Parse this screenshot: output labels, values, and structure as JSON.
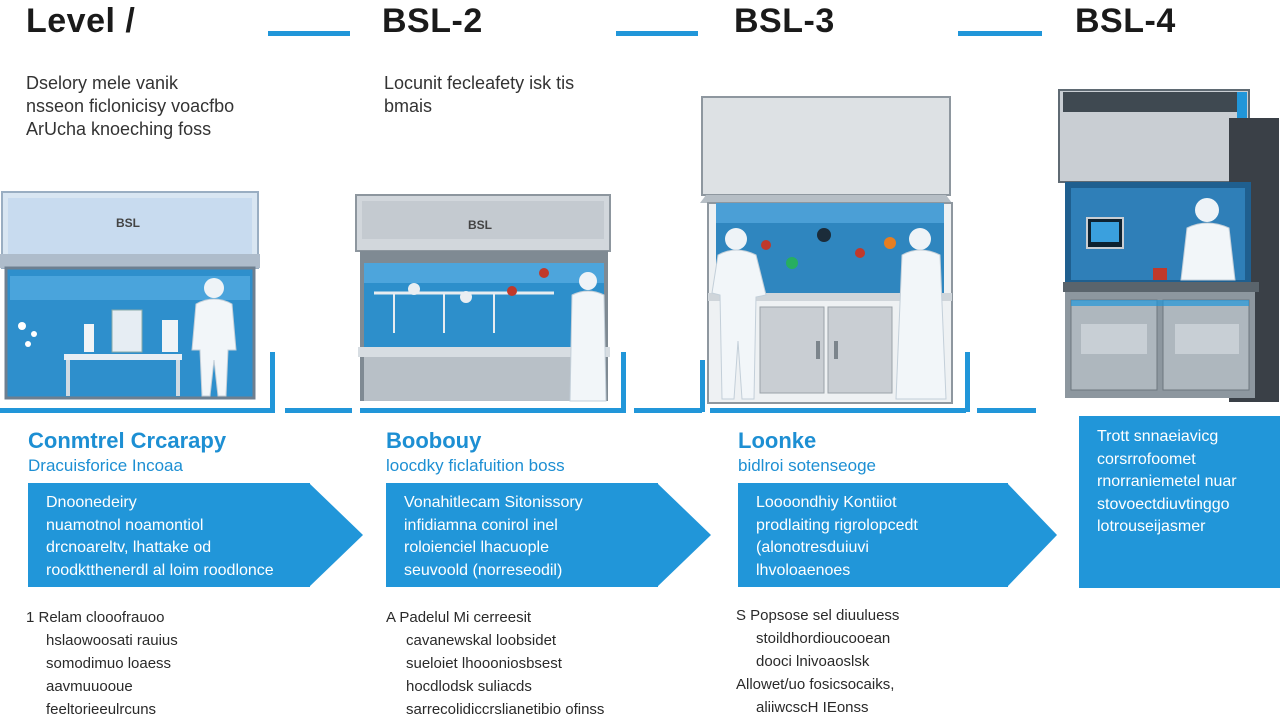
{
  "levels": [
    {
      "title": "Level /",
      "description": [
        "Dselory mele vanik",
        "nsseon ficlonicisy voacfbo",
        "ArUcha knoeching foss"
      ],
      "section_head": "Conmtrel Crcarapy",
      "section_sub": "Dracuisforice Incoaa",
      "arrow_lines": [
        "Dnoonedeiry",
        "nuamotnol noamontiol",
        "drcnoareltv, lhattake od",
        "roodktthenerdl al loim roodlonce"
      ],
      "list": [
        {
          "indent": 1,
          "text": "1 Relam clooofrauoo"
        },
        {
          "indent": 2,
          "text": "hslaowoosati rauius"
        },
        {
          "indent": 2,
          "text": "somodimuo loaess"
        },
        {
          "indent": 2,
          "text": "aavmuuooue"
        },
        {
          "indent": 2,
          "text": "feeltorieeulrcuns"
        }
      ],
      "cabinet_label": "BSL"
    },
    {
      "title": "BSL-2",
      "description": [
        "Locunit fecleafety isk tis",
        "bmais"
      ],
      "section_head": "Boobouy",
      "section_sub": "loocdky ficlafuition boss",
      "arrow_lines": [
        "Vonahitlecam Sitonissory",
        "infidiamna conirol inel",
        "roloienciel lhacuople",
        "seuvoold (norreseodil)"
      ],
      "list": [
        {
          "indent": 1,
          "text": "A Padelul Mi cerreesit"
        },
        {
          "indent": 2,
          "text": "cavanewskal loobsidet"
        },
        {
          "indent": 2,
          "text": "sueloiet lhoooniosbsest"
        },
        {
          "indent": 2,
          "text": "hocdlodsk suliacds"
        },
        {
          "indent": 2,
          "text": "sarrecolidiccrslianetibio ofinss"
        }
      ],
      "cabinet_label": "BSL"
    },
    {
      "title": "BSL-3",
      "description": [],
      "section_head": "Loonke",
      "section_sub": "bidlroi sotenseoge",
      "arrow_lines": [
        "Loooondhiy Kontiiot",
        "prodlaiting rigrolopcedt",
        "(alonotresduiuvi",
        "lhvoloaenoes"
      ],
      "list": [
        {
          "indent": 1,
          "text": "S Popsose sel diuuluess"
        },
        {
          "indent": 2,
          "text": "stoildhordioucooean"
        },
        {
          "indent": 2,
          "text": "dooci lnivoaoslsk"
        },
        {
          "indent": 1,
          "text": "Allowet/uo fosicsocaiks,"
        },
        {
          "indent": 2,
          "text": "aliiwcscH IEonss"
        }
      ]
    },
    {
      "title": "BSL-4",
      "box_lines": [
        "Trott snnaeiavicg",
        "corsrrofoomet",
        "rnorraniemetel nuar",
        "stovoectdiuvtinggo",
        "lotrouseijasmer"
      ]
    }
  ],
  "colors": {
    "accent": "#2196d9",
    "heading": "#1d8fd3",
    "title": "#1a1a1a"
  }
}
